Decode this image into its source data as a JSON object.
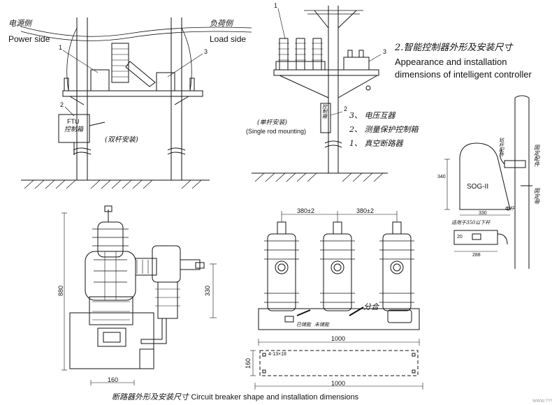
{
  "diagram_a": {
    "power_side_cn": "电源侧",
    "power_side_en": "Power side",
    "load_side_cn": "负荷侧",
    "load_side_en": "Load side",
    "callout_1": "1",
    "callout_2": "2",
    "callout_3": "3",
    "ftu_label": "FTU",
    "ftu_label_cn": "控制箱",
    "mount_cn": "(双杆安装)"
  },
  "diagram_b": {
    "callout_1": "1",
    "callout_2": "2",
    "callout_3": "3",
    "box_cn": "控制箱",
    "mount_cn": "(单杆安装)",
    "mount_en": "(Single rod mounting)"
  },
  "section_title": {
    "cn": "2.智能控制器外形及安装尺寸",
    "en_line1": "Appearance and installation",
    "en_line2": "dimensions of intelligent controller"
  },
  "legend": [
    {
      "num": "3、",
      "text": "电压互器"
    },
    {
      "num": "2、",
      "text": "测量保护控制箱"
    },
    {
      "num": "1、",
      "text": "真空断路器"
    }
  ],
  "controller": {
    "model": "SOG-II",
    "dim_height": "340",
    "dim_width": "330",
    "mount_width": "288",
    "mount_height": "20",
    "note_cn": "适用于350以下杆",
    "label_fixed_part": "固定配件",
    "label_fixed_band": "固定带",
    "label_pole": "电杆",
    "label_bracket": "钻杆配件"
  },
  "breaker_side": {
    "dim_total_height": "880",
    "dim_arm_height": "330",
    "dim_base": "160"
  },
  "breaker_front": {
    "dim_spacing_1": "380±2",
    "dim_spacing_2": "380±2",
    "dim_width": "1000",
    "dim_base_width": "1000",
    "dim_base_depth": "160",
    "holes": "4-13×18",
    "label_open_close": "分合",
    "label_stored": "已储能",
    "label_not_stored": "未储能"
  },
  "caption": {
    "cn": "断路器外形及安装尺寸",
    "en": "Circuit breaker shape and installation dimensions"
  },
  "watermark": "WWW.???"
}
